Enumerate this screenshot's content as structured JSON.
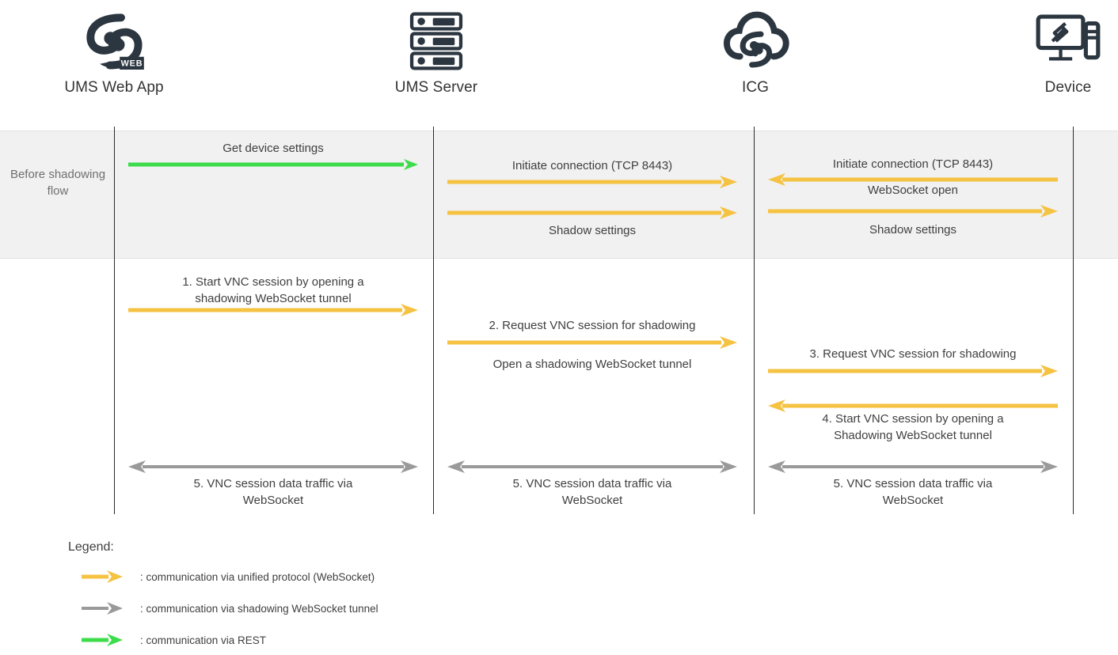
{
  "colors": {
    "unified_protocol": "#f5c242",
    "shadowing_tunnel": "#9a9a9a",
    "rest": "#3cdc4b",
    "icon": "#2b3640",
    "lifeline": "#2b2b2b",
    "band_bg": "#f1f1f1",
    "text": "#3f3f3f"
  },
  "actors": [
    {
      "label": "UMS Web App",
      "icon": "ums-web-app-logo-icon"
    },
    {
      "label": "UMS Server",
      "icon": "server-rack-icon"
    },
    {
      "label": "ICG",
      "icon": "cloud-gateway-icon"
    },
    {
      "label": "Device",
      "icon": "desktop-computer-icon"
    }
  ],
  "phase": {
    "label": "Before\nshadowing\nflow"
  },
  "messages": [
    {
      "id": "get-device-settings",
      "label": "Get device settings",
      "kind": "rest",
      "direction": "right"
    },
    {
      "id": "initiate-connection-server",
      "label": "Initiate connection (TCP 8443)",
      "kind": "unified",
      "direction": "right"
    },
    {
      "id": "shadow-settings-server",
      "label": "Shadow settings",
      "kind": "unified",
      "direction": "right"
    },
    {
      "id": "initiate-connection-device",
      "label": "Initiate connection (TCP 8443)",
      "kind": "unified",
      "direction": "left"
    },
    {
      "id": "websocket-open",
      "label": "WebSocket open",
      "kind": "note",
      "direction": "none"
    },
    {
      "id": "shadow-settings-device",
      "label": "Shadow settings",
      "kind": "unified",
      "direction": "right"
    },
    {
      "id": "step-1",
      "label": "1.   Start VNC session by opening a\nshadowing WebSocket tunnel",
      "kind": "unified",
      "direction": "right"
    },
    {
      "id": "step-2",
      "label": "2.   Request VNC session for shadowing",
      "kind": "unified",
      "direction": "right"
    },
    {
      "id": "open-shadowing-tunnel",
      "label": "Open a shadowing WebSocket tunnel",
      "kind": "note",
      "direction": "none"
    },
    {
      "id": "step-3",
      "label": "3.   Request VNC session for shadowing",
      "kind": "unified",
      "direction": "right"
    },
    {
      "id": "step-4",
      "label": "4.   Start VNC session by opening a\nShadowing WebSocket tunnel",
      "kind": "unified",
      "direction": "left"
    },
    {
      "id": "step-5-webapp",
      "label": "5.   VNC session data traffic via\nWebSocket",
      "kind": "tunnel",
      "direction": "both"
    },
    {
      "id": "step-5-server",
      "label": "5.   VNC session data traffic via\nWebSocket",
      "kind": "tunnel",
      "direction": "both"
    },
    {
      "id": "step-5-icg",
      "label": "5.   VNC session data traffic via\nWebSocket",
      "kind": "tunnel",
      "direction": "both"
    }
  ],
  "legend": {
    "title": "Legend:",
    "items": [
      {
        "kind": "unified",
        "text": ": communication via unified protocol (WebSocket)"
      },
      {
        "kind": "tunnel",
        "text": ": communication via shadowing WebSocket tunnel"
      },
      {
        "kind": "rest",
        "text": ": communication via REST"
      }
    ]
  }
}
